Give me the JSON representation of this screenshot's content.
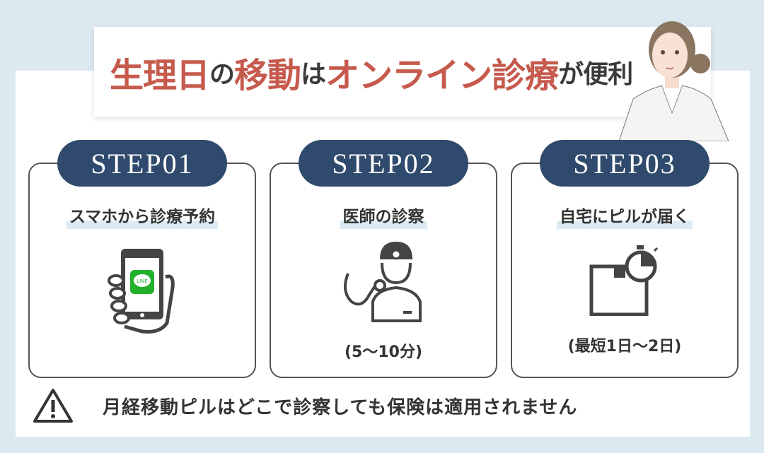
{
  "title": {
    "p1": "生理日",
    "p2": "の",
    "p3": "移動",
    "p4": "は",
    "p5": "オンライン診療",
    "p6": "が便利"
  },
  "steps": [
    {
      "label": "STEP01",
      "title": "スマホから診療予約",
      "note": "",
      "icon": "smartphone-line-icon",
      "app_badge": "LINE"
    },
    {
      "label": "STEP02",
      "title": "医師の診察",
      "note": "(5〜10分)",
      "icon": "doctor-icon"
    },
    {
      "label": "STEP03",
      "title": "自宅にピルが届く",
      "note": "(最短1日〜2日)",
      "icon": "package-timer-icon"
    }
  ],
  "warning": "月経移動ピルはどこで診察しても保険は適用されません",
  "colors": {
    "accent": "#c65a4d",
    "pill": "#2f4a6c",
    "background": "#dde9f1",
    "line_green": "#22b02a"
  }
}
